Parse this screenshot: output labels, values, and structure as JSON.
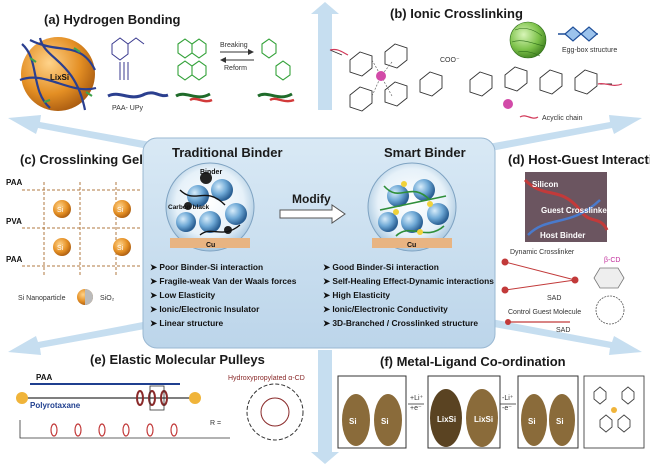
{
  "panels": {
    "a": {
      "title": "(a) Hydrogen Bonding",
      "li_label": "LixSi",
      "breaking": "Breaking",
      "reform": "Reform",
      "polymer": "PAA- UPy"
    },
    "b": {
      "title": "(b) Ionic Crosslinking",
      "egg_box": "Egg-box structure",
      "acyclic": "Acyclic chain",
      "ion_label": "COO⁻"
    },
    "c": {
      "title": "(c) Crosslinking Gels",
      "paa_top": "PAA",
      "pva": "PVA",
      "paa_bottom": "PAA",
      "si": "Si",
      "nanoparticle": "Si Nanoparticle",
      "sio2": "SiO₂"
    },
    "d": {
      "title": "(d) Host-Guest Interaction",
      "silicon": "Silicon",
      "guest": "Guest Crosslinker",
      "host": "Host Binder",
      "dynamic": "Dynamic Crosslinker",
      "bcd": "β-CD",
      "control": "Control Guest Molecule",
      "sad": "SAD"
    },
    "e": {
      "title": "(e) Elastic Molecular Pulleys",
      "paa": "PAA",
      "polyrotaxane": "Polyrotaxane",
      "hpcd": "Hydroxypropylated α-CD",
      "r_label": "R ="
    },
    "f": {
      "title": "(f) Metal-Ligand Co-ordination",
      "si": "Si",
      "lixsi": "LixSi",
      "li_plus": "+Li⁺",
      "li_minus": "-Li⁺",
      "e_minus": "+e⁻",
      "e_plus": "-e⁻"
    }
  },
  "center": {
    "traditional": {
      "title": "Traditional Binder",
      "binder_label": "Binder",
      "carbon_label": "Carbon black",
      "cu_label": "Cu",
      "bullets": [
        "Poor Binder-Si interaction",
        "Fragile-weak Van der Waals forces",
        "Low Elasticity",
        "Ionic/Electronic Insulator",
        "Linear structure"
      ]
    },
    "modify": "Modify",
    "smart": {
      "title": "Smart Binder",
      "cu_label": "Cu",
      "bullets": [
        "Good Binder-Si interaction",
        "Self-Healing Effect-Dynamic interactions",
        "High Elasticity",
        "Ionic/Electronic Conductivity",
        "3D-Branched / Crosslinked structure"
      ]
    }
  },
  "colors": {
    "arrow": "#b9d6ec",
    "center_box": "#c9dff0",
    "sphere": "#4d92c8",
    "si_orange": "#e08f2a",
    "pink": "#d24aa8",
    "cu": "#e8b482"
  }
}
